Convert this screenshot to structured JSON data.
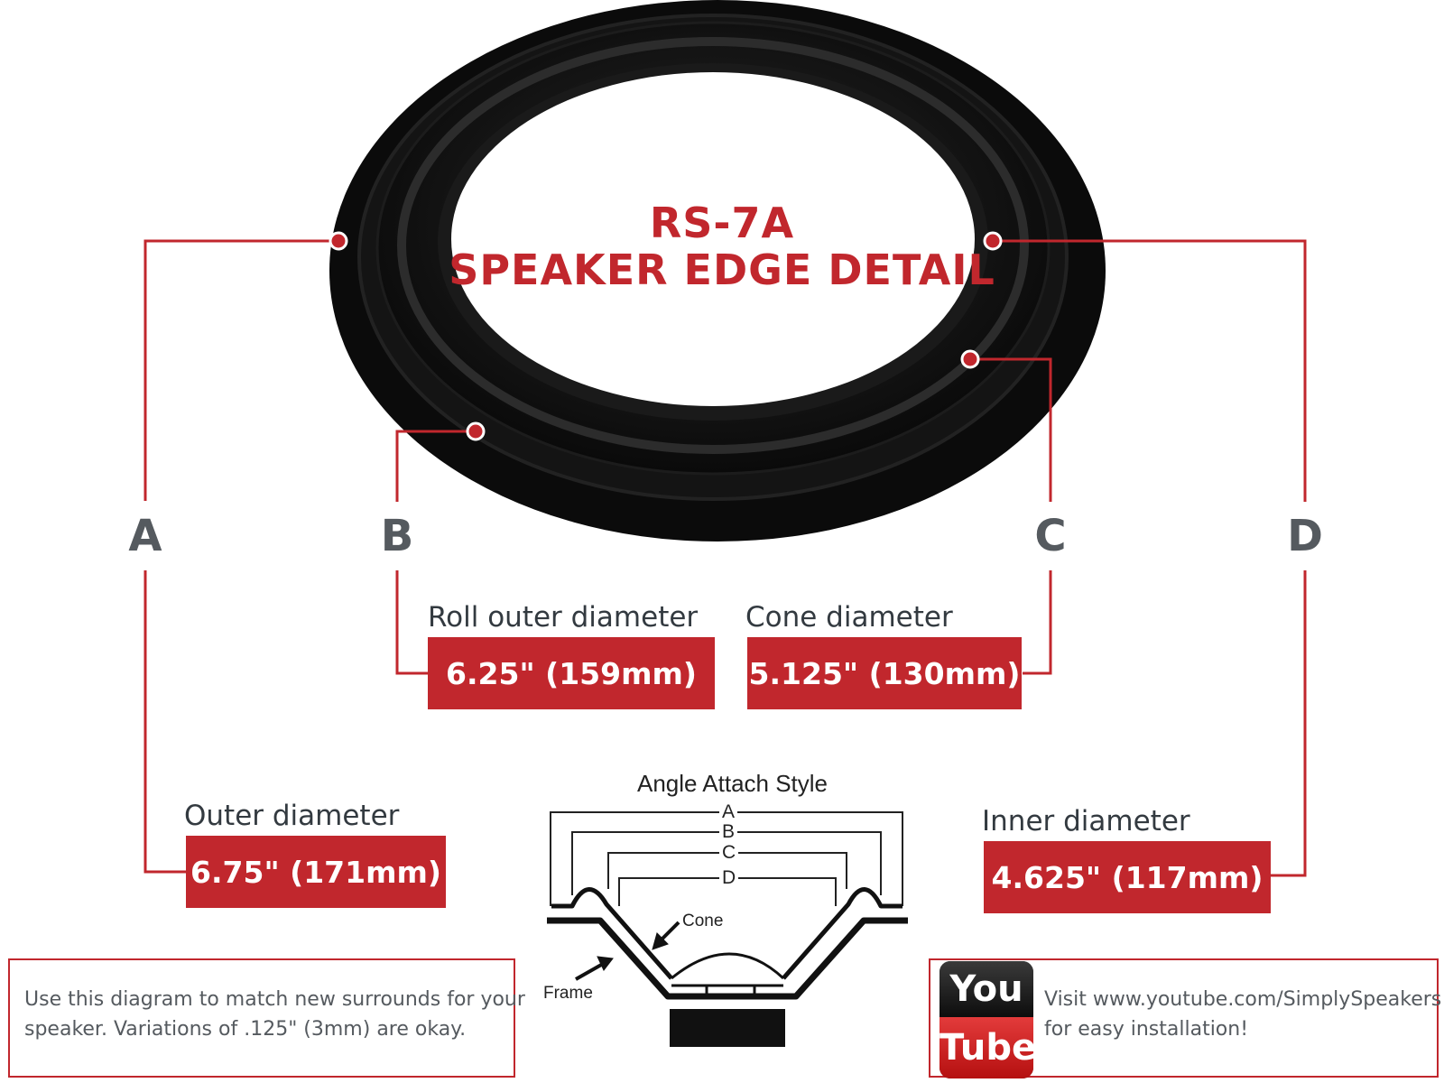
{
  "title": {
    "line1": "RS-7A",
    "line2": "SPEAKER EDGE DETAIL"
  },
  "letters": {
    "a": "A",
    "b": "B",
    "c": "C",
    "d": "D"
  },
  "measurements": {
    "roll_outer": {
      "caption": "Roll outer diameter",
      "value": "6.25\" (159mm)"
    },
    "cone": {
      "caption": "Cone diameter",
      "value": "5.125\" (130mm)"
    },
    "outer": {
      "caption": "Outer diameter",
      "value": "6.75\" (171mm)"
    },
    "inner": {
      "caption": "Inner diameter",
      "value": "4.625\" (117mm)"
    }
  },
  "diagram": {
    "title": "Angle Attach Style",
    "labels": {
      "a": "A",
      "b": "B",
      "c": "C",
      "d": "D"
    },
    "cone_label": "Cone",
    "frame_label": "Frame"
  },
  "note": {
    "line1": "Use this diagram to match new surrounds for your",
    "line2": "speaker. Variations of .125\" (3mm) are okay."
  },
  "youtube": {
    "logo_top": "You",
    "logo_bottom": "Tube",
    "line1": "Visit www.youtube.com/SimplySpeakers",
    "line2": "for easy installation!"
  },
  "colors": {
    "accent": "#c1272d",
    "text_gray": "#555a5f",
    "rubber": "#111111"
  }
}
